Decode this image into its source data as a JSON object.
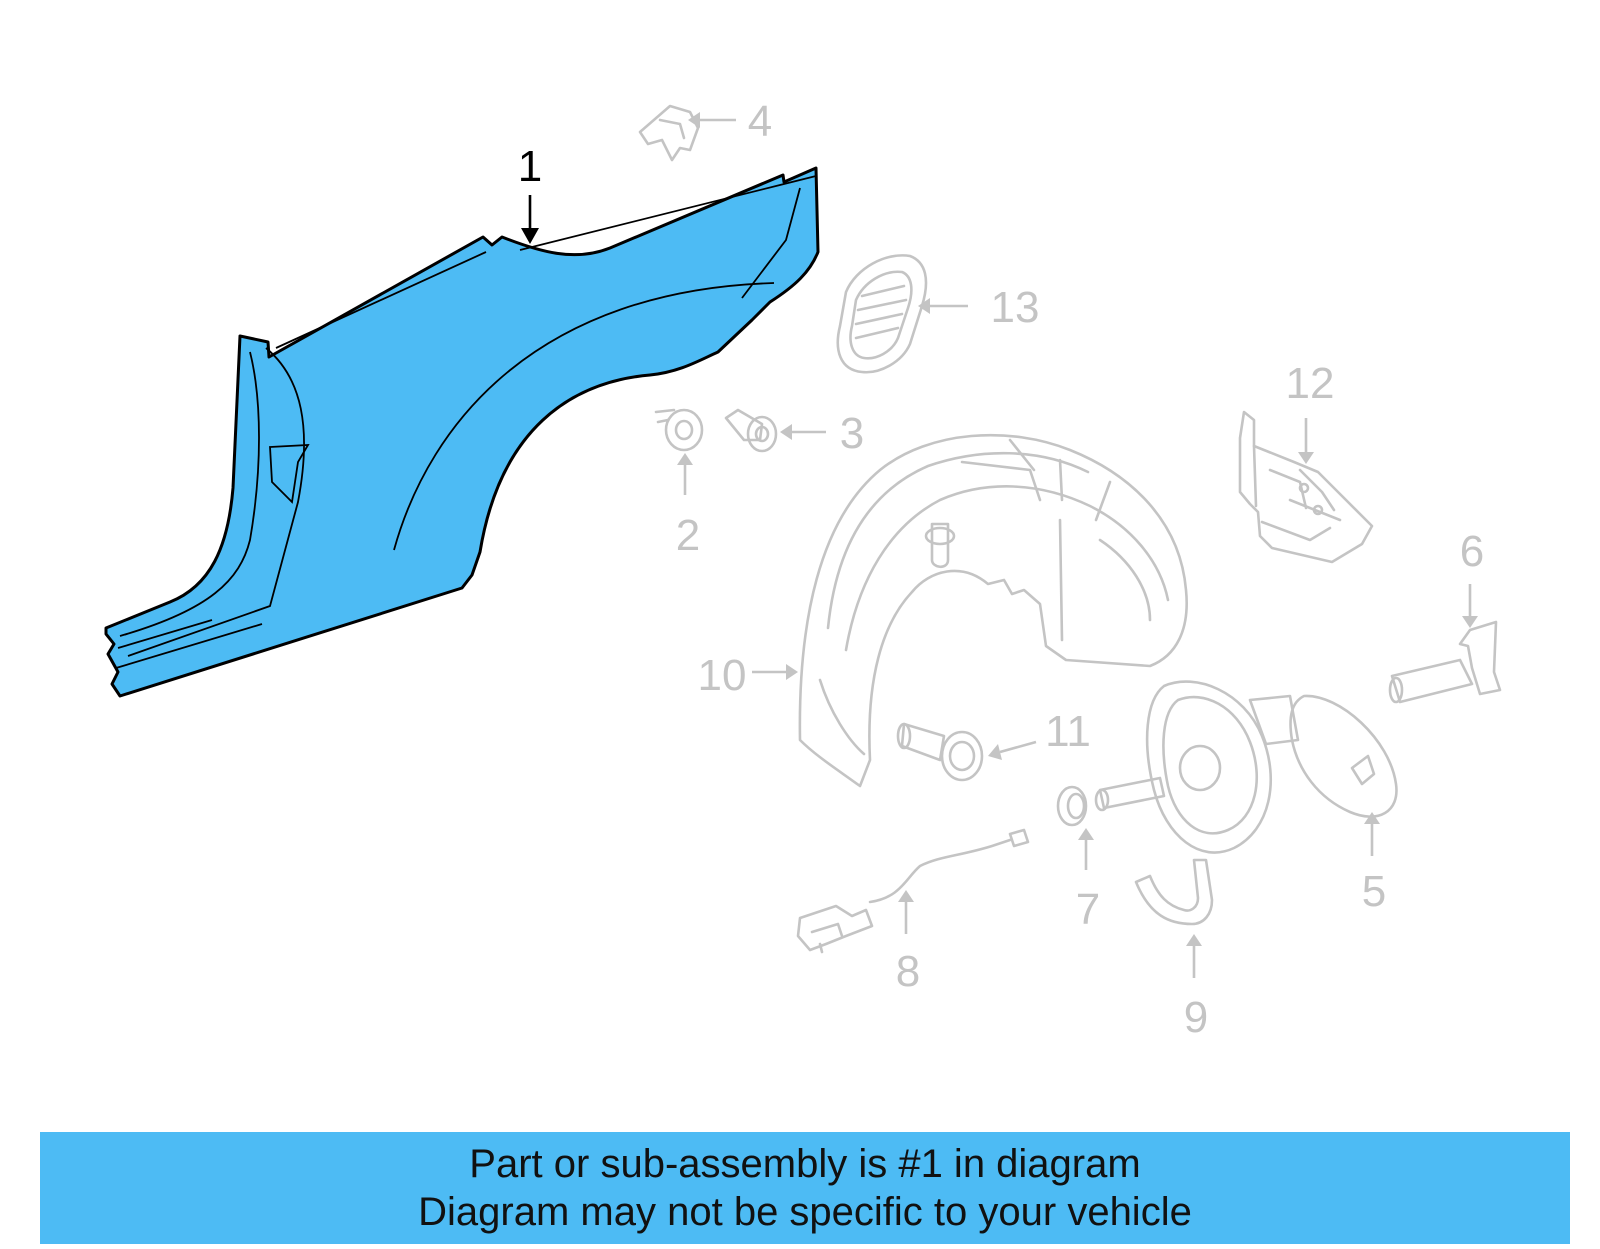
{
  "banner": {
    "line1": "Part or sub-assembly is #1 in diagram",
    "line2": "Diagram may not be specific to your vehicle",
    "background_color": "#4dbbf4"
  },
  "colors": {
    "highlight_part": "#4dbbf4",
    "ghost_parts": "#c4c4c4",
    "outline": "#000000"
  },
  "callouts": {
    "c1": "1",
    "c2": "2",
    "c3": "3",
    "c4": "4",
    "c5": "5",
    "c6": "6",
    "c7": "7",
    "c8": "8",
    "c9": "9",
    "c10": "10",
    "c11": "11",
    "c12": "12",
    "c13": "13"
  }
}
